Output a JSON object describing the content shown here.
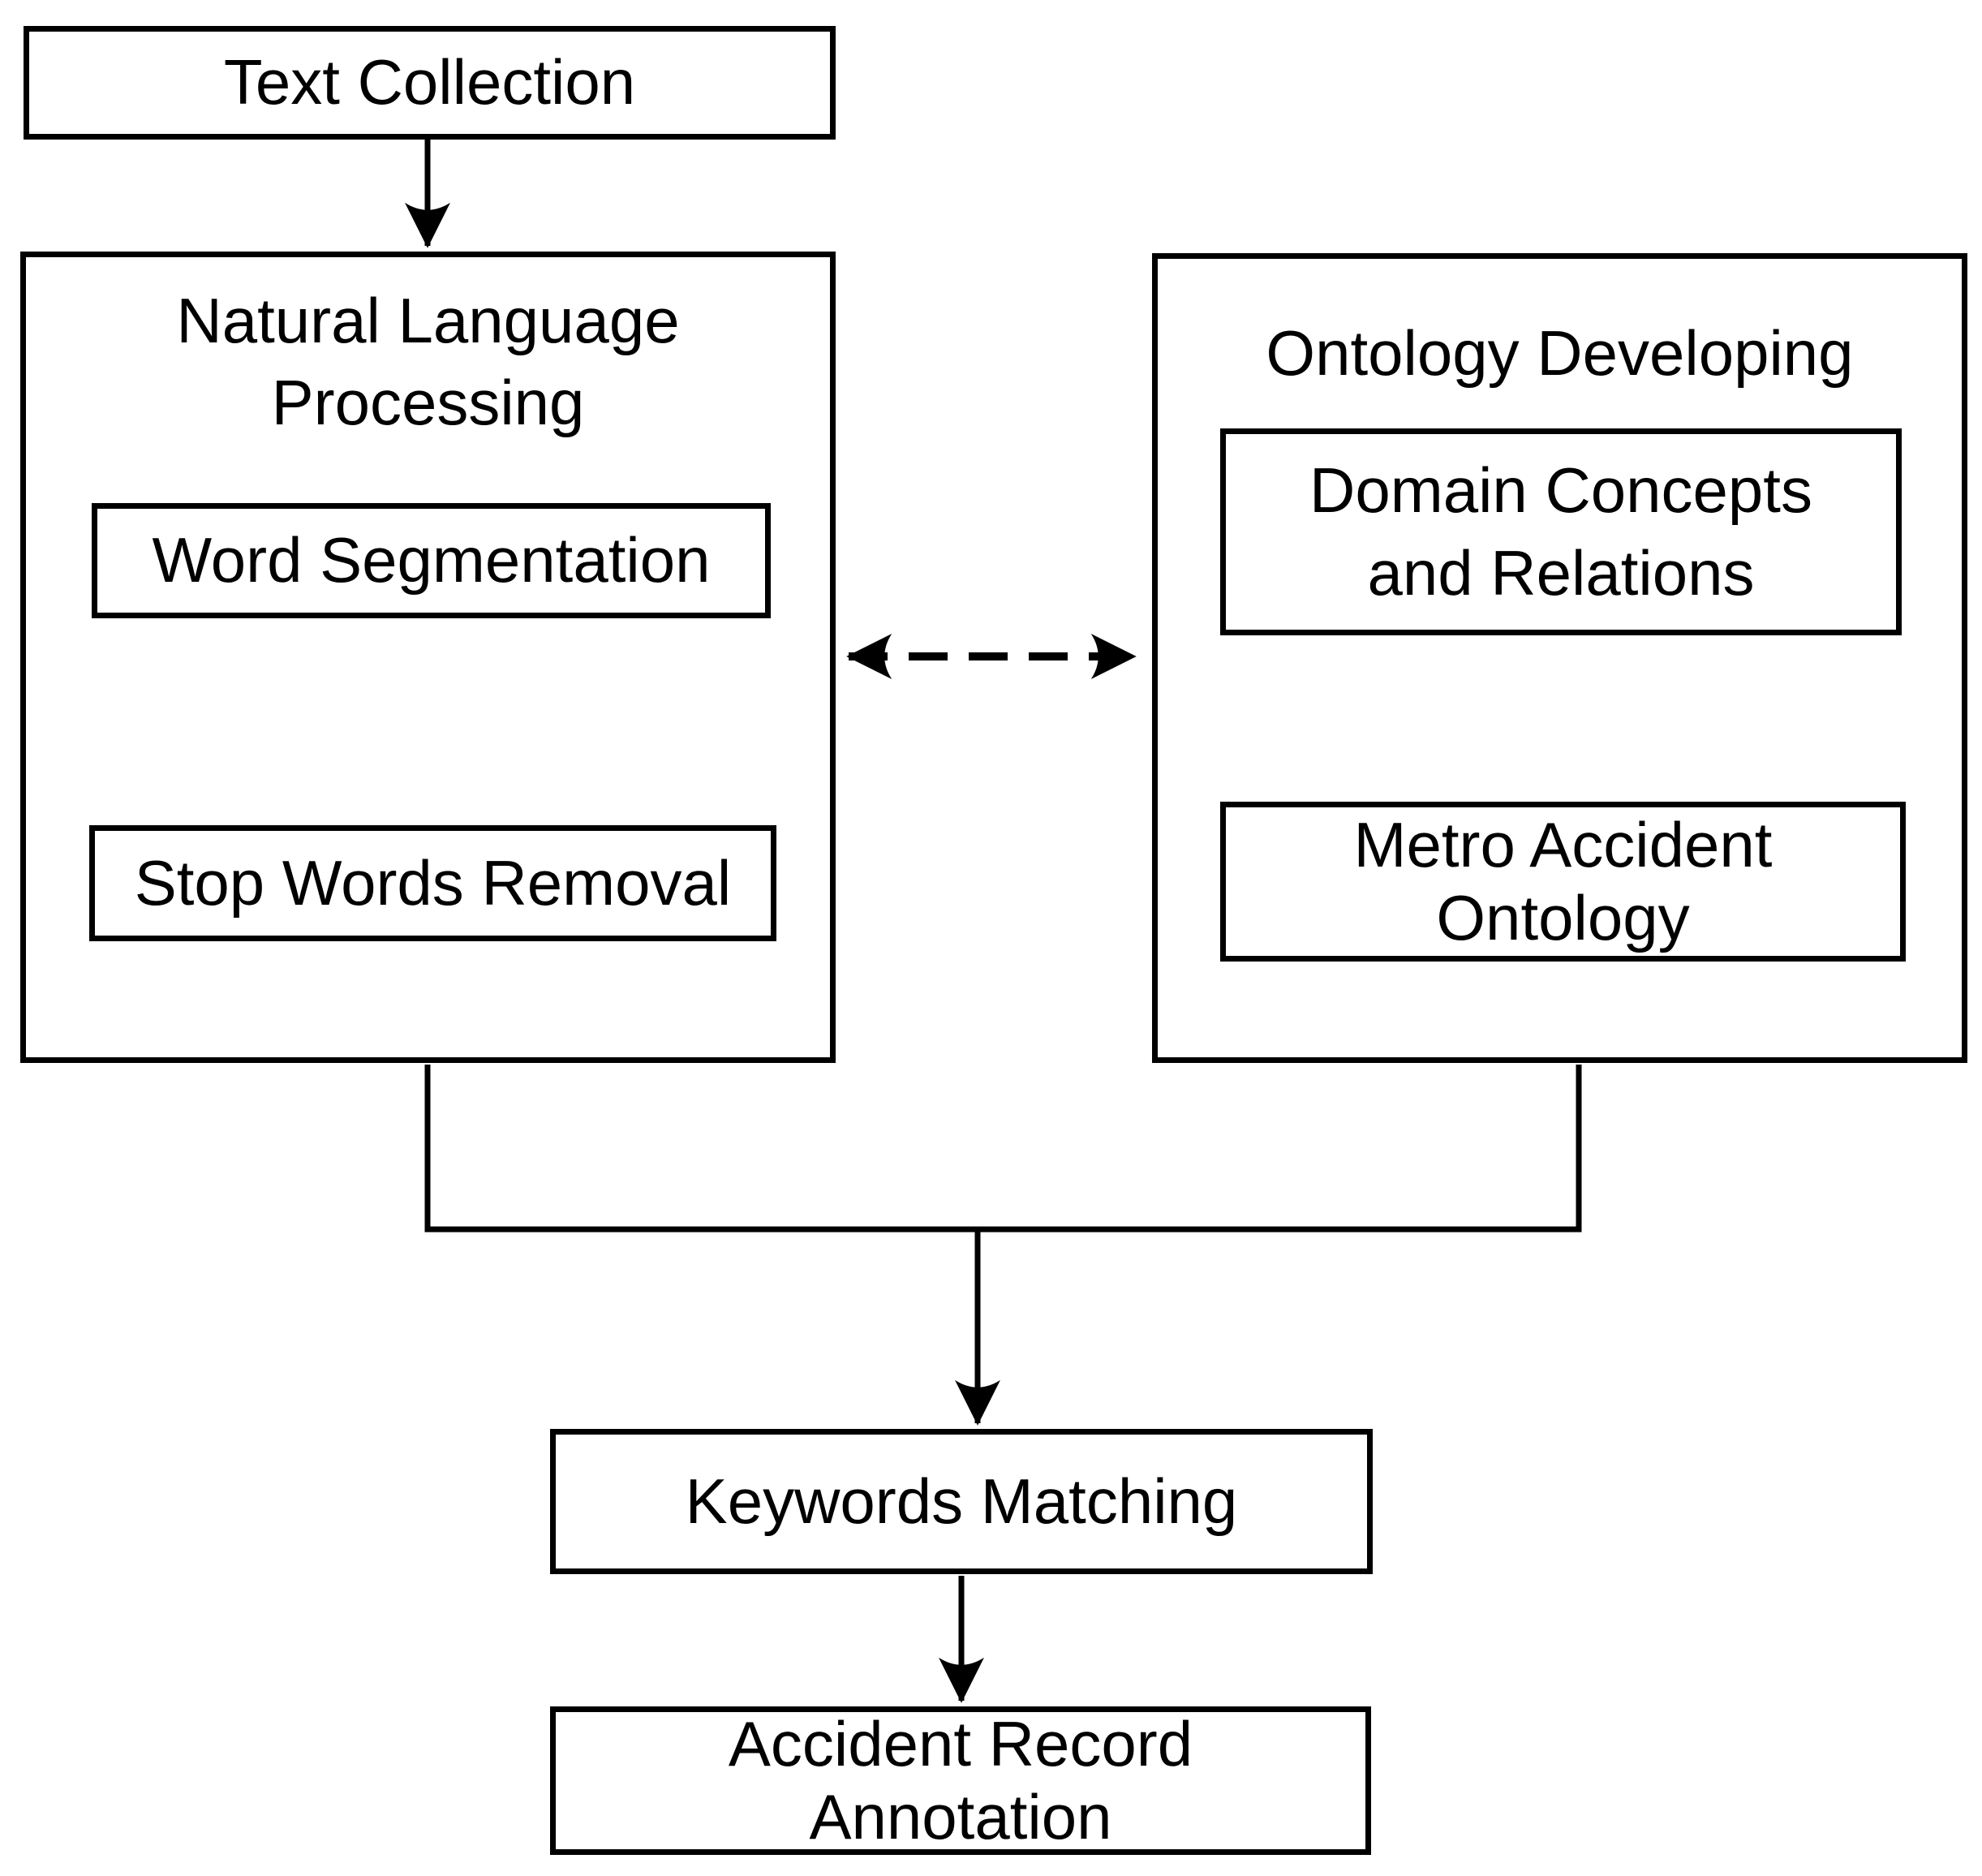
{
  "diagram": {
    "nodes": {
      "text_collection": {
        "label": "Text Collection"
      },
      "nlp_container": {
        "title": "Natural Language\nProcessing"
      },
      "word_segmentation": {
        "label": "Word Segmentation"
      },
      "stop_words_removal": {
        "label": "Stop Words Removal"
      },
      "ontology_container": {
        "title": "Ontology Developing"
      },
      "domain_concepts": {
        "label": "Domain Concepts\nand Relations"
      },
      "metro_accident_ontology": {
        "label": "Metro Accident\nOntology"
      },
      "keywords_matching": {
        "label": "Keywords Matching"
      },
      "accident_record_annotation": {
        "label": "Accident Record\nAnnotation"
      }
    },
    "edges": [
      {
        "from": "text_collection",
        "to": "nlp_container",
        "style": "solid-arrow"
      },
      {
        "from": "word_segmentation",
        "to": "stop_words_removal",
        "style": "solid-arrow"
      },
      {
        "from": "nlp_container",
        "to": "ontology_container",
        "style": "dashed-double-arrow"
      },
      {
        "from": "domain_concepts",
        "to": "metro_accident_ontology",
        "style": "solid-arrow"
      },
      {
        "from": "nlp_container + ontology_container",
        "to": "keywords_matching",
        "style": "merged-solid-arrow"
      },
      {
        "from": "keywords_matching",
        "to": "accident_record_annotation",
        "style": "solid-arrow"
      }
    ],
    "colors": {
      "stroke": "#000000",
      "background": "#ffffff",
      "text": "#000000"
    }
  }
}
